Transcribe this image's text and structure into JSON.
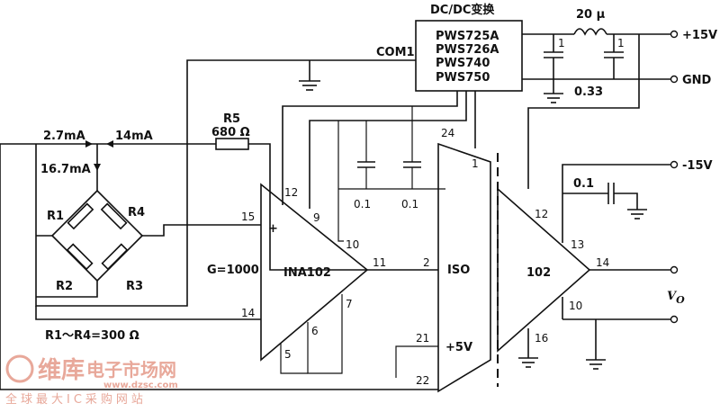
{
  "converter": {
    "title": "DC/DC变换",
    "models": [
      "PWS725A",
      "PWS726A",
      "PWS740",
      "PWS750"
    ],
    "com_label": "COM1",
    "inductor": "20 μ",
    "cap_a": "1",
    "cap_b": "1",
    "cap_c": "0.33"
  },
  "supplies": {
    "plus15": "+15V",
    "gnd": "GND",
    "minus15": "-15V",
    "plus5": "+5V"
  },
  "bridge": {
    "current_left": "2.7mA",
    "current_right": "14mA",
    "current_total": "16.7mA",
    "r1": "R1",
    "r2": "R2",
    "r3": "R3",
    "r4": "R4",
    "r5": "R5",
    "r5_value": "680 Ω",
    "note": "R1～R4=300 Ω"
  },
  "ina": {
    "name": "INA102",
    "gain": "G=1000",
    "plus": "+",
    "pins": [
      "12",
      "9",
      "15",
      "10",
      "11",
      "14",
      "7",
      "6",
      "5"
    ]
  },
  "iso": {
    "name": "ISO",
    "pins": [
      "24",
      "1",
      "2",
      "21",
      "22"
    ],
    "caps": [
      "0.1",
      "0.1"
    ]
  },
  "out_amp": {
    "name": "102",
    "pins": [
      "12",
      "13",
      "14",
      "10",
      "16"
    ],
    "cap": "0.1",
    "output": "V",
    "output_sub": "O"
  },
  "watermark": {
    "brand": "维库",
    "site_cn": "电子市场网",
    "url": "www.dzsc.com",
    "slogan": "全球最大IC采购网站"
  }
}
